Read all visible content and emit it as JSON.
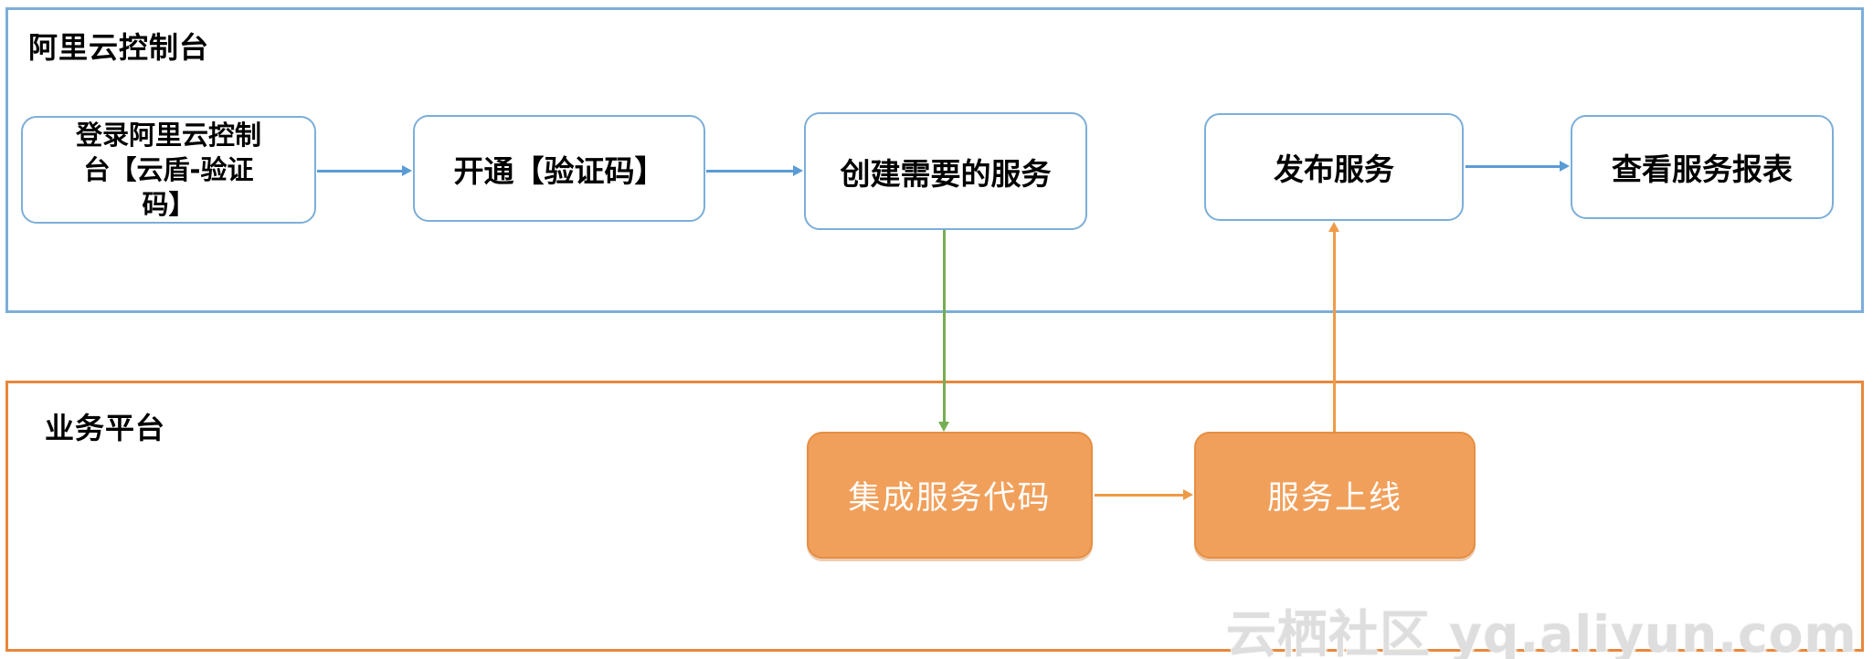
{
  "diagram": {
    "console_section": {
      "title": "阿里云控制台",
      "nodes": {
        "login": {
          "label": "登录阿里云控制台【云盾-验证码】",
          "line1": "登录阿里云控制",
          "line2": "台【云盾-验证",
          "line3": "码】"
        },
        "activate": {
          "label": "开通【验证码】"
        },
        "create": {
          "label": "创建需要的服务"
        },
        "publish": {
          "label": "发布服务"
        },
        "report": {
          "label": "查看服务报表"
        }
      }
    },
    "business_section": {
      "title": "业务平台",
      "nodes": {
        "integrate": {
          "label": "集成服务代码"
        },
        "online": {
          "label": "服务上线"
        }
      }
    },
    "flows": {
      "login_to_activate": "登录阿里云控制台【云盾-验证码】 → 开通【验证码】",
      "activate_to_create": "开通【验证码】 → 创建需要的服务",
      "create_to_integrate": "创建需要的服务 ↓ 集成服务代码",
      "integrate_to_online": "集成服务代码 → 服务上线",
      "online_to_publish": "服务上线 ↑ 发布服务",
      "publish_to_report": "发布服务 → 查看服务报表"
    },
    "colors": {
      "console_lane_border": "#7caed9",
      "console_arrow": "#5b9bd5",
      "business_lane_border": "#e8873b",
      "business_node_fill": "#f1a05b",
      "business_arrow": "#ee9b48",
      "integration_arrow_green": "#76ae52",
      "watermark_gray": "#dedede"
    },
    "watermark": {
      "text": "云栖社区 yq.aliyun.com"
    }
  }
}
